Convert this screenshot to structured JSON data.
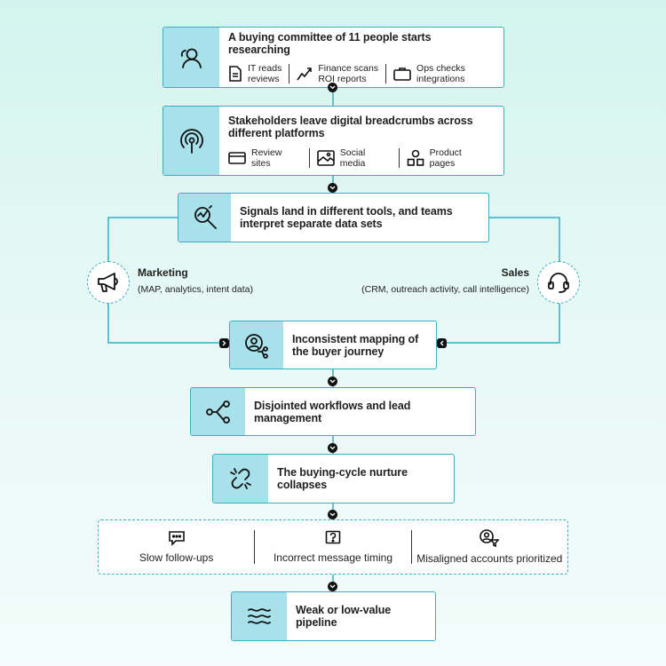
{
  "step1": {
    "title": "A buying committee of 11 people starts researching",
    "items": [
      {
        "icon": "document-icon",
        "line1": "IT reads",
        "line2": "reviews"
      },
      {
        "icon": "trend-icon",
        "line1": "Finance scans",
        "line2": "ROI reports"
      },
      {
        "icon": "briefcase-icon",
        "line1": "Ops checks",
        "line2": "integrations"
      }
    ]
  },
  "step2": {
    "title": "Stakeholders leave digital breadcrumbs across different platforms",
    "items": [
      {
        "icon": "browser-icon",
        "label": "Review sites"
      },
      {
        "icon": "image-icon",
        "label": "Social media"
      },
      {
        "icon": "shapes-icon",
        "label": "Product pages"
      }
    ]
  },
  "step3": {
    "title": "Signals land in different tools, and teams interpret separate data sets"
  },
  "marketing": {
    "title": "Marketing",
    "subtitle": "(MAP, analytics, intent data)"
  },
  "sales": {
    "title": "Sales",
    "subtitle": "(CRM, outreach activity, call intelligence)"
  },
  "step4": {
    "title": "Inconsistent mapping of the buyer journey"
  },
  "step5": {
    "title": "Disjointed workflows and lead management"
  },
  "step6": {
    "title": "The buying-cycle nurture collapses"
  },
  "results": [
    {
      "icon": "chat-icon",
      "label": "Slow follow-ups"
    },
    {
      "icon": "question-icon",
      "label": "Incorrect message timing"
    },
    {
      "icon": "user-filter-icon",
      "label": "Misaligned accounts prioritized"
    }
  ],
  "step7": {
    "title": "Weak or low-value pipeline"
  },
  "colors": {
    "border": "#36aec3",
    "icon_bg": "#a8e1ea",
    "marker": "#111111"
  }
}
